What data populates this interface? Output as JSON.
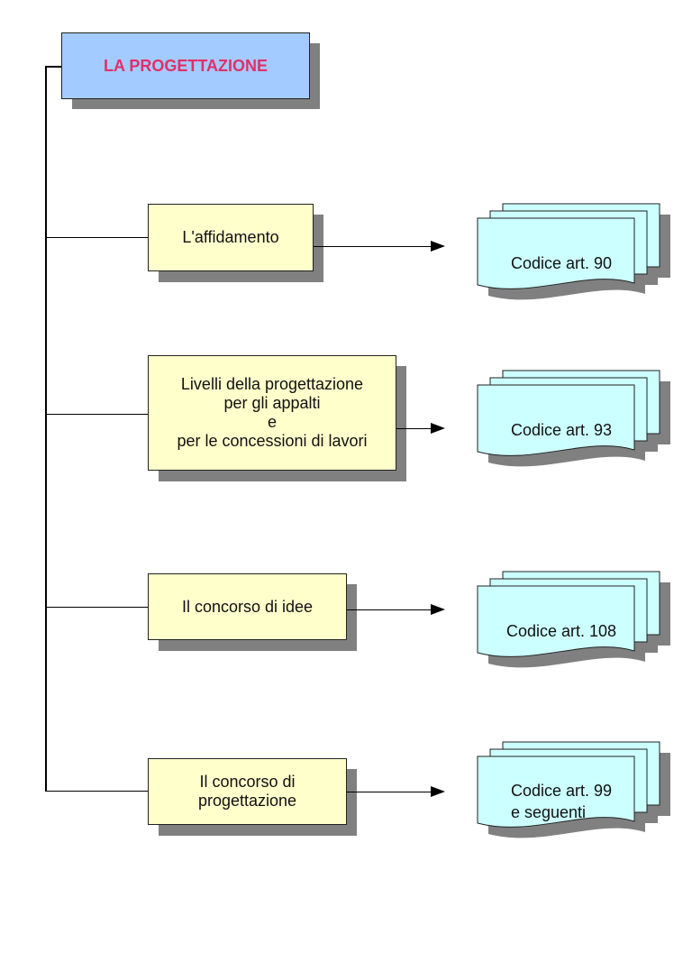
{
  "diagram": {
    "title": "LA PROGETTAZIONE",
    "colors": {
      "title_fill": "#a4cbff",
      "title_text": "#e0306a",
      "item_fill": "#ffffcc",
      "doc_fill": "#ccffff",
      "shadow": "#808080",
      "line": "#000000"
    },
    "items": [
      {
        "label": "L'affidamento",
        "reference": "Codice art. 90"
      },
      {
        "label": "Livelli della progettazione\nper gli appalti\ne\nper le concessioni di lavori",
        "reference": "Codice art. 93"
      },
      {
        "label": "Il concorso di idee",
        "reference": "Codice art. 108"
      },
      {
        "label": "Il concorso di\nprogettazione",
        "reference": "Codice art. 99\n e seguenti"
      }
    ]
  }
}
